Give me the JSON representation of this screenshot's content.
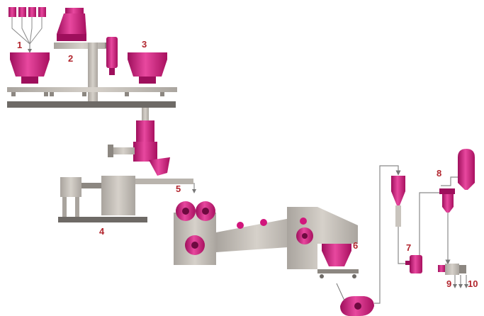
{
  "colors": {
    "magenta": "#d1167c",
    "magenta_dark": "#9e0f5c",
    "magenta_light": "#e8489f",
    "grey": "#c9c4bd",
    "grey_dark": "#8c8781",
    "beam": "#6e6a66",
    "pipe": "#8a8a8a",
    "label": "#b2262e",
    "background": "#ffffff"
  },
  "steps": [
    {
      "id": "1",
      "label": "1",
      "name": "feed-blending-hoppers"
    },
    {
      "id": "2",
      "label": "2",
      "name": "additive-hopper"
    },
    {
      "id": "3",
      "label": "3",
      "name": "storage-hopper"
    },
    {
      "id": "4",
      "label": "4",
      "name": "extruder"
    },
    {
      "id": "5",
      "label": "5",
      "name": "die-and-strand"
    },
    {
      "id": "6",
      "label": "6",
      "name": "hopper-on-cart"
    },
    {
      "id": "7",
      "label": "7",
      "name": "cyclone-separator"
    },
    {
      "id": "8",
      "label": "8",
      "name": "product-silo"
    },
    {
      "id": "9",
      "label": "9",
      "name": "discharge-unit"
    },
    {
      "id": "10",
      "label": "10",
      "name": "outlet-arrows"
    }
  ]
}
